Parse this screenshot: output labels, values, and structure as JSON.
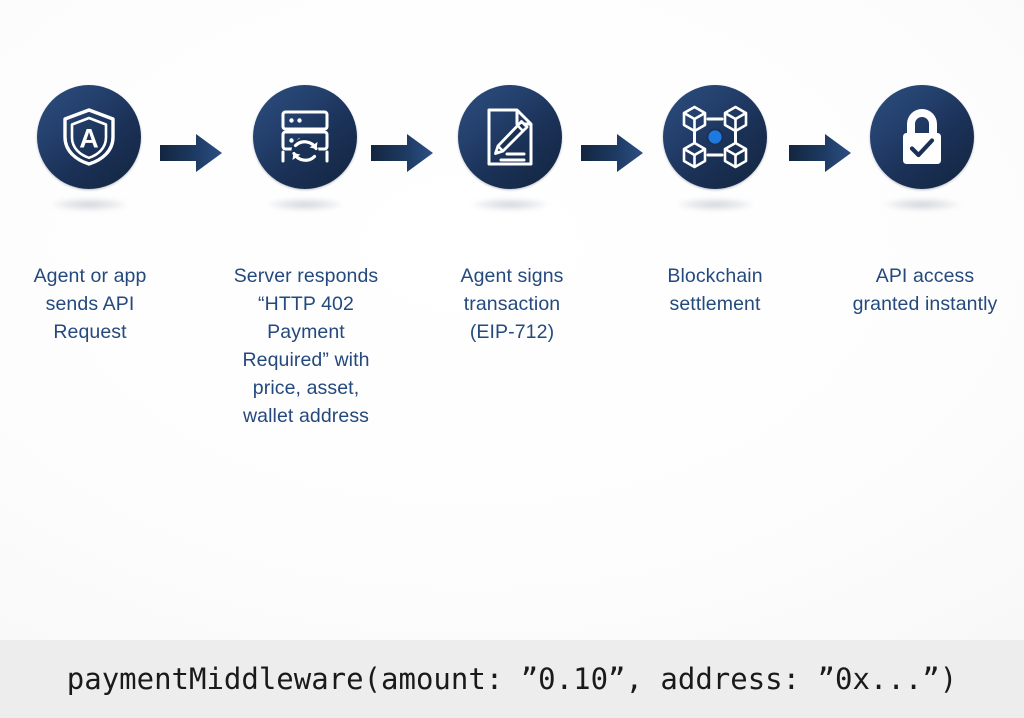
{
  "background": {
    "page_color": "#fdfdfd",
    "accent_navy": "#24497d",
    "circle_dark": "#13263f",
    "circle_light": "#2d4e7f",
    "highlight_blue": "#1f7ae0",
    "code_bar_color": "#ededed"
  },
  "flow": {
    "steps": [
      {
        "icon": "shield-a-icon",
        "label": "Agent or app sends API Request",
        "label_lines": [
          "Agent or app",
          "sends API",
          "Request"
        ]
      },
      {
        "icon": "server-sync-icon",
        "label": "Server responds “HTTP 402 Payment Required” with price, asset, wallet address",
        "label_lines": [
          "Server responds",
          "“HTTP 402",
          "Payment",
          "Required” with",
          "price, asset,",
          "wallet address"
        ]
      },
      {
        "icon": "document-pen-icon",
        "label": "Agent signs transaction (EIP-712)",
        "label_lines": [
          "Agent signs",
          "transaction",
          "(EIP-712)"
        ]
      },
      {
        "icon": "blockchain-nodes-icon",
        "label": "Blockchain settlement",
        "label_lines": [
          "Blockchain",
          "settlement"
        ]
      },
      {
        "icon": "padlock-check-icon",
        "label": "API access granted instantly",
        "label_lines": [
          "API access",
          "granted instantly"
        ]
      }
    ],
    "connectors": [
      {
        "icon": "arrow-right-icon"
      },
      {
        "icon": "arrow-right-icon"
      },
      {
        "icon": "arrow-right-icon"
      },
      {
        "icon": "arrow-right-icon"
      }
    ]
  },
  "code_bar": {
    "code": "paymentMiddleware(amount: ”0.10”, address: ”0x...”)"
  }
}
